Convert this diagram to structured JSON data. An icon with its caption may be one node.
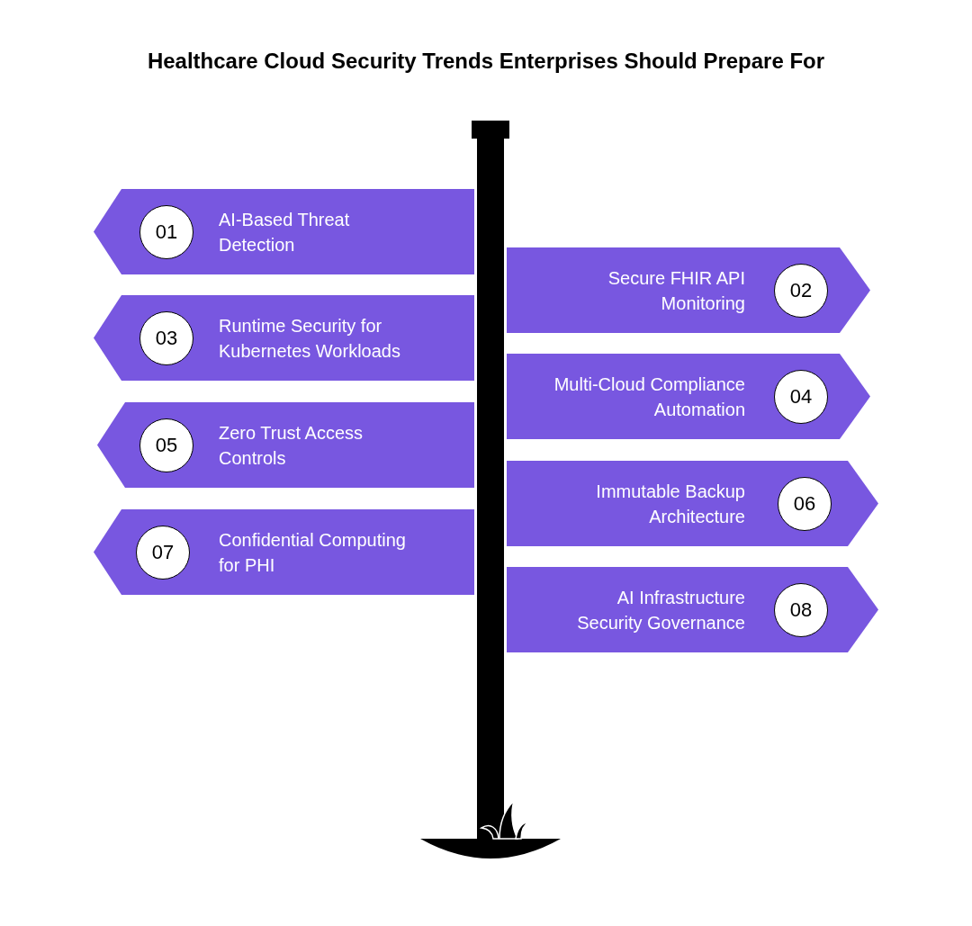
{
  "diagram": {
    "title": "Healthcare Cloud Security Trends Enterprises Should Prepare For",
    "nodes": [
      {
        "text": [
          "AI-Based Threat Detection"
        ]
      },
      {
        "text": [
          "01"
        ],
        "in": 0
      },
      {
        "text": [
          "Secure FHIR API Monitoring"
        ]
      },
      {
        "text": [
          "02"
        ],
        "in": 2
      },
      {
        "text": [
          "Runtime Security for Kubernetes Workloads"
        ]
      },
      {
        "text": [
          "03"
        ],
        "in": 4
      },
      {
        "text": [
          "Multi-Cloud Compliance Automation"
        ]
      },
      {
        "text": [
          "04"
        ],
        "in": 6
      },
      {
        "text": [
          "Zero Trust Access Controls"
        ]
      },
      {
        "text": [
          "05"
        ],
        "in": 8
      },
      {
        "text": [
          "Immutable Backup Architecture"
        ]
      },
      {
        "text": [
          "06"
        ],
        "in": 10
      },
      {
        "text": [
          "Confidential Computing for PHI"
        ]
      },
      {
        "text": [
          "07"
        ],
        "in": 12
      },
      {
        "text": [
          "AI Infrastructure Security Governance"
        ]
      },
      {
        "text": [
          "08"
        ],
        "in": 14
      }
    ]
  }
}
